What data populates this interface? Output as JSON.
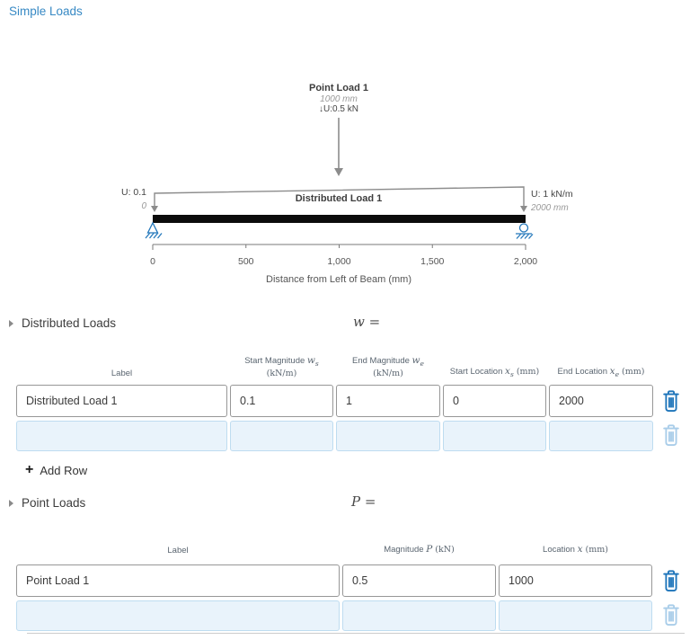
{
  "page": {
    "title": "Simple Loads"
  },
  "diagram": {
    "point_load": {
      "title": "Point Load 1",
      "location": "1000 mm",
      "arrow_glyph": "↓",
      "magnitude": "U:0.5 kN"
    },
    "distributed_load": {
      "title": "Distributed Load 1",
      "start_magnitude": "U: 0.1",
      "start_location": "0",
      "end_magnitude": "U: 1 kN/m",
      "end_location": "2000 mm"
    },
    "axis": {
      "tick_labels": [
        "0",
        "500",
        "1,000",
        "1,500",
        "2,000"
      ],
      "title": "Distance from Left of Beam (mm)"
    }
  },
  "distributed_loads": {
    "section_title": "Distributed Loads",
    "math_label": "w =",
    "headers": {
      "label": "Label",
      "start_magnitude": {
        "text": "Start Magnitude ",
        "math": "w",
        "sub": "s",
        "unit": "(kN/m)"
      },
      "end_magnitude": {
        "text": "End Magnitude ",
        "math": "w",
        "sub": "e",
        "unit": "(kN/m)"
      },
      "start_location": {
        "text": "Start Location ",
        "math": "x",
        "sub": "s",
        "unit": " (mm)"
      },
      "end_location": {
        "text": "End Location ",
        "math": "x",
        "sub": "e",
        "unit": " (mm)"
      }
    },
    "rows": [
      {
        "label": "Distributed Load 1",
        "start_magnitude": "0.1",
        "end_magnitude": "1",
        "start_location": "0",
        "end_location": "2000"
      }
    ],
    "add_row_icon": "+",
    "add_row_label": "Add Row"
  },
  "point_loads": {
    "section_title": "Point Loads",
    "math_label": "P =",
    "headers": {
      "label": "Label",
      "magnitude": {
        "text": "Magnitude ",
        "math": "P",
        "unit": " (kN)"
      },
      "location": {
        "text": "Location ",
        "math": "x",
        "unit": " (mm)"
      }
    },
    "rows": [
      {
        "label": "Point Load 1",
        "magnitude": "0.5",
        "location": "1000"
      }
    ]
  }
}
